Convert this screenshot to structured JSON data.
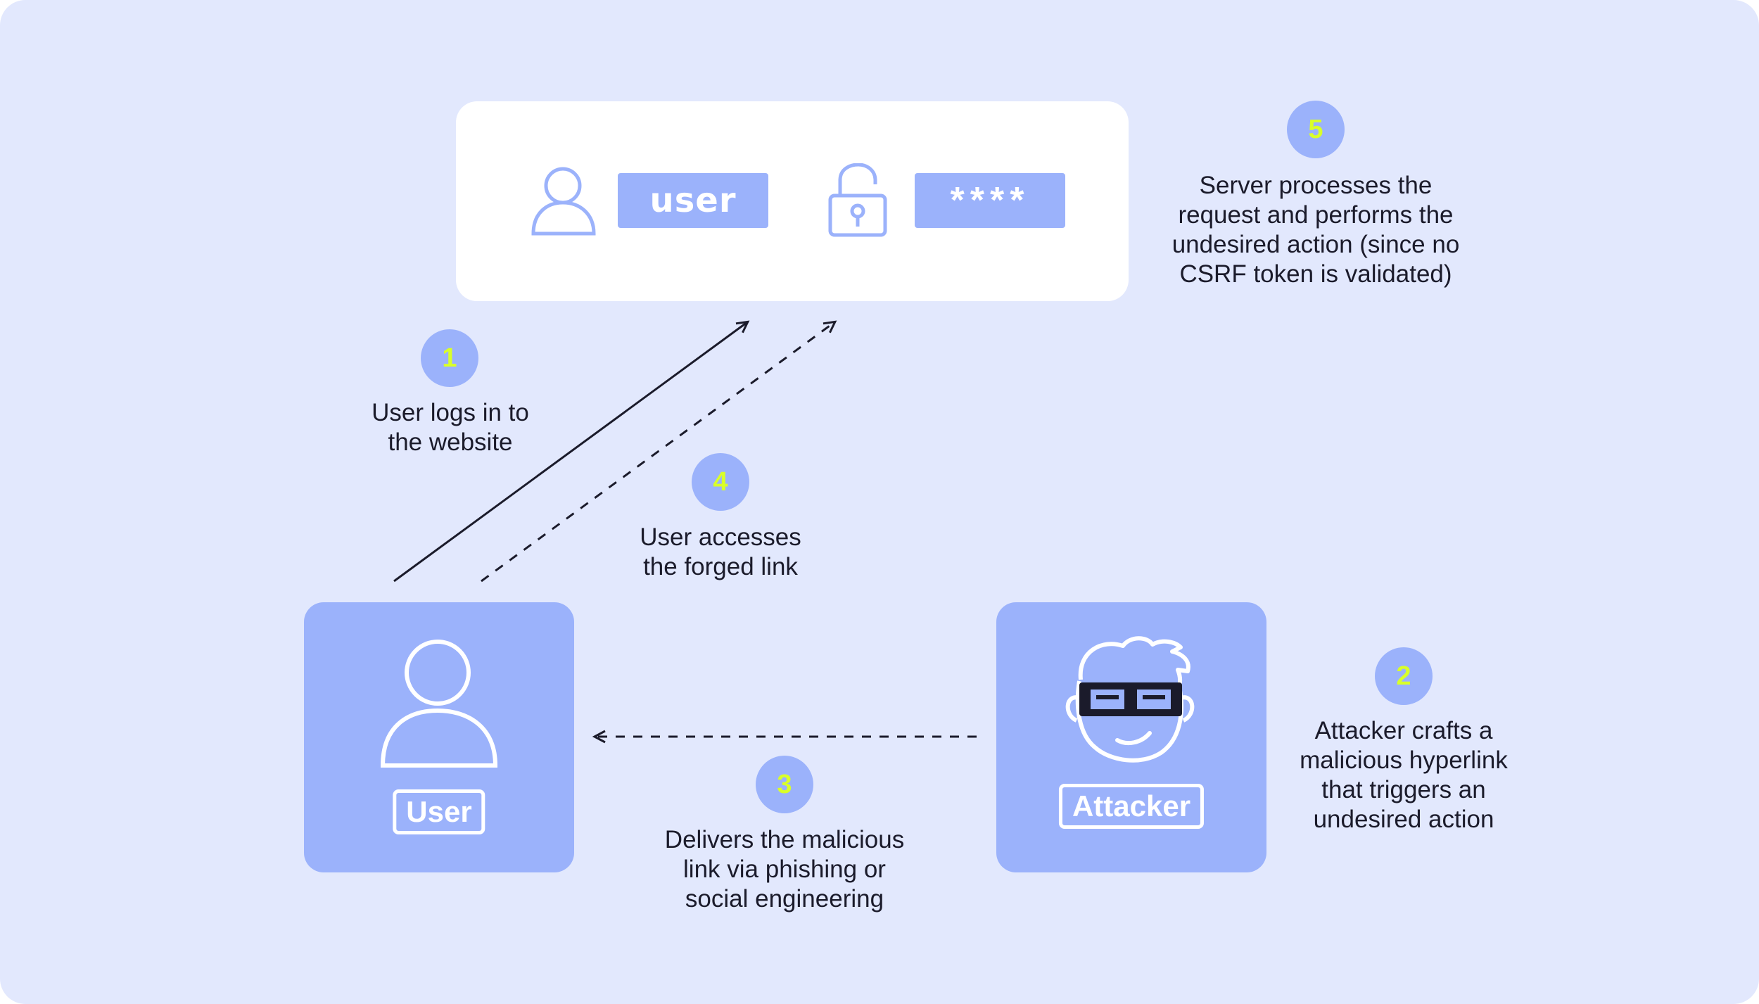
{
  "login": {
    "username_value": "user",
    "password_value": "****",
    "user_icon": "user-outline-icon",
    "lock_icon": "unlocked-padlock-icon"
  },
  "actors": {
    "user": {
      "label": "User",
      "icon": "user-person-icon"
    },
    "attacker": {
      "label": "Attacker",
      "icon": "hacker-with-pixel-glasses-icon"
    }
  },
  "steps": [
    {
      "number": "1",
      "text": "User logs in to\nthe website"
    },
    {
      "number": "2",
      "text": "Attacker crafts a\nmalicious hyperlink\nthat triggers an\nundesired action"
    },
    {
      "number": "3",
      "text": "Delivers the malicious\nlink via phishing or\nsocial engineering"
    },
    {
      "number": "4",
      "text": "User accesses\nthe forged link"
    },
    {
      "number": "5",
      "text": "Server processes the\nrequest and performs the\nundesired action (since no\nCSRF token is validated)"
    }
  ],
  "colors": {
    "background": "#e2e8fd",
    "card": "#ffffff",
    "accent": "#9bb2fb",
    "badge_number": "#d9ff2a",
    "text": "#1b1b2b"
  }
}
